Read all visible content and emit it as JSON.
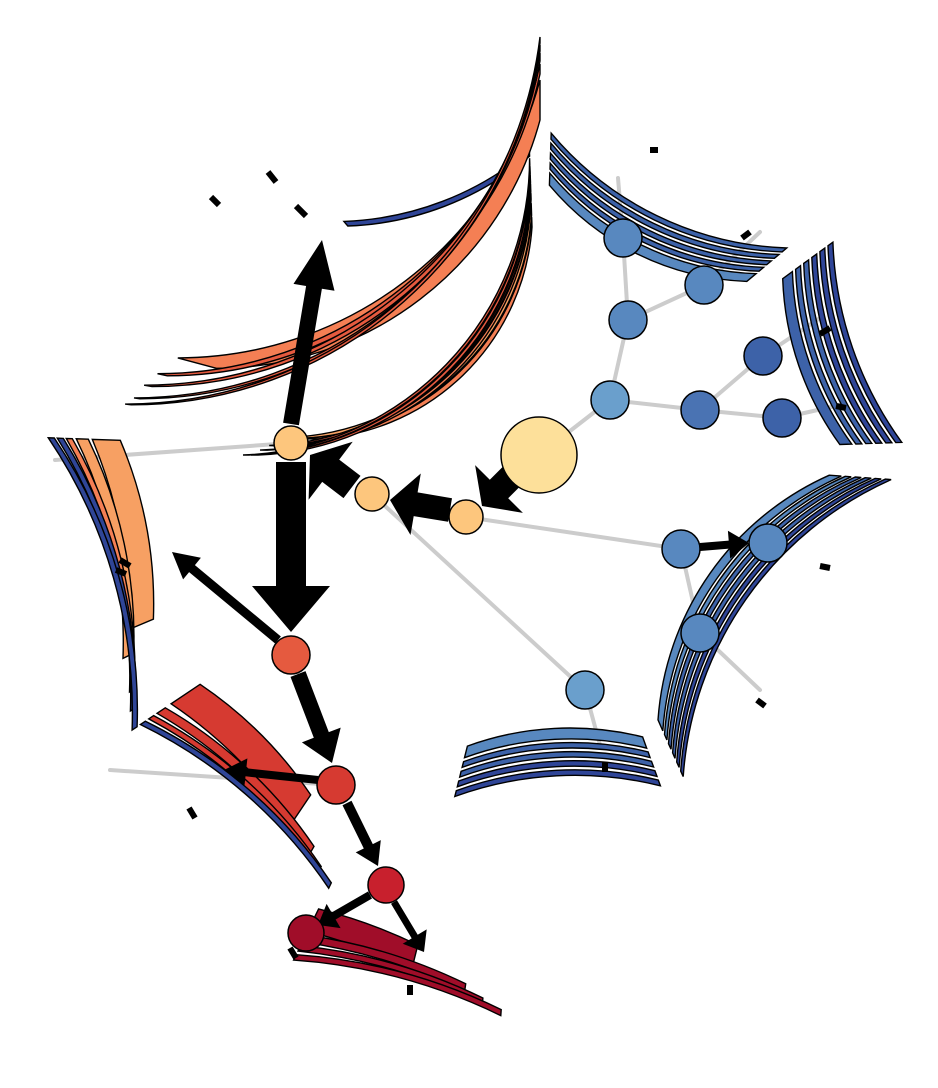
{
  "diagram": {
    "type": "radial-hierarchy-flow",
    "colors": {
      "edge_gray": "#cccccc",
      "arrow": "#000000",
      "outline": "#000000",
      "root": "#fde09a",
      "yellow": "#fdc67d",
      "orange_light": "#f7a063",
      "orange": "#f47f54",
      "red_orange": "#e55a3f",
      "red": "#d63a31",
      "crimson": "#b31228",
      "dark_red": "#a00d29",
      "blue_light": "#6a9fcc",
      "blue": "#5888bf",
      "blue_dark": "#3d62a8",
      "navy": "#2f4597"
    },
    "nodes": [
      {
        "id": "root",
        "level": 0,
        "color": "#fde09a"
      },
      {
        "id": "y1",
        "level": 1,
        "color": "#fdc67d"
      },
      {
        "id": "y2",
        "level": 2,
        "color": "#fdc67d"
      },
      {
        "id": "y3",
        "level": 3,
        "color": "#fdc67d"
      },
      {
        "id": "r1",
        "level": 4,
        "color": "#e55a3f"
      },
      {
        "id": "r2",
        "level": 5,
        "color": "#d63a31"
      },
      {
        "id": "r3",
        "level": 6,
        "color": "#c8202d"
      },
      {
        "id": "r4",
        "level": 7,
        "color": "#a00d29"
      },
      {
        "id": "b1",
        "level": 1,
        "color": "#6a9fcc"
      },
      {
        "id": "b2",
        "level": 2,
        "color": "#5888bf"
      },
      {
        "id": "b3",
        "level": 3,
        "color": "#5888bf"
      },
      {
        "id": "b4",
        "level": 3,
        "color": "#5888bf"
      },
      {
        "id": "b5",
        "level": 2,
        "color": "#4a73b3"
      },
      {
        "id": "b6",
        "level": 3,
        "color": "#3d62a8"
      },
      {
        "id": "b7",
        "level": 3,
        "color": "#3d62a8"
      },
      {
        "id": "b8",
        "level": 1,
        "color": "#5888bf"
      },
      {
        "id": "b9",
        "level": 2,
        "color": "#5888bf"
      },
      {
        "id": "b10",
        "level": 2,
        "color": "#5888bf"
      },
      {
        "id": "b11",
        "level": 1,
        "color": "#6a9fcc"
      }
    ]
  }
}
